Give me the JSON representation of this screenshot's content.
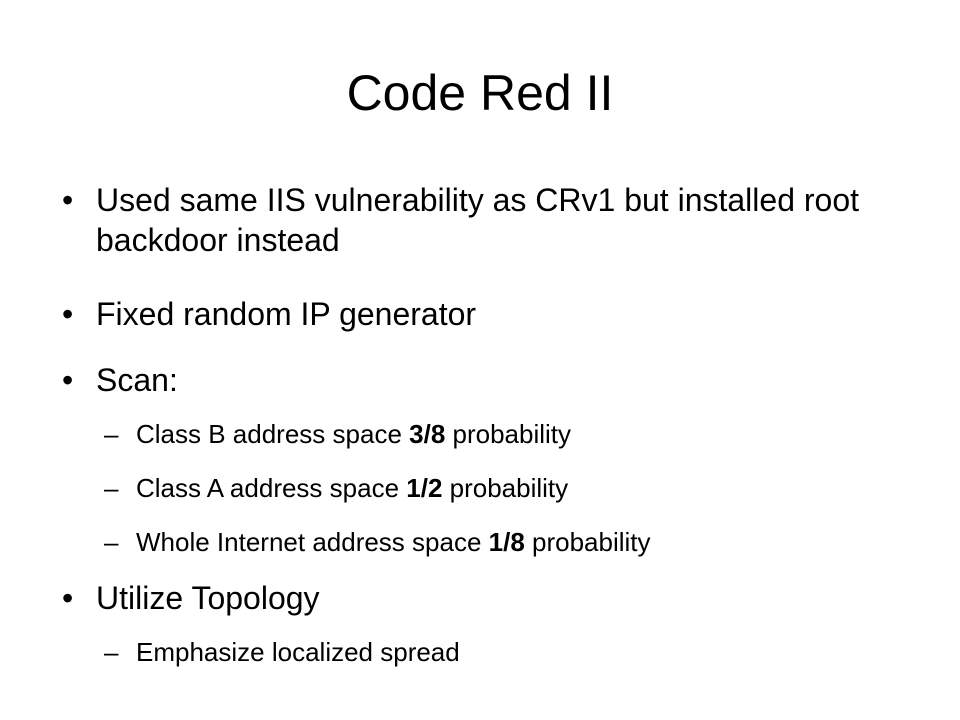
{
  "slide": {
    "title": "Code Red II",
    "bullet_char": "•",
    "dash_char": "–",
    "items": [
      {
        "text": "Used same IIS vulnerability as CRv1 but installed root backdoor instead"
      },
      {
        "text": "Fixed random IP generator"
      },
      {
        "text": "Scan:"
      },
      {
        "sub": true,
        "pre": "Class B address space ",
        "bold": "3/8",
        "post": " probability"
      },
      {
        "sub": true,
        "pre": "Class A address space ",
        "bold": "1/2",
        "post": " probability"
      },
      {
        "sub": true,
        "pre": "Whole Internet address space ",
        "bold": "1/8",
        "post": " probability"
      },
      {
        "text": "Utilize Topology"
      },
      {
        "sub": true,
        "pre": "Emphasize localized spread"
      }
    ]
  }
}
